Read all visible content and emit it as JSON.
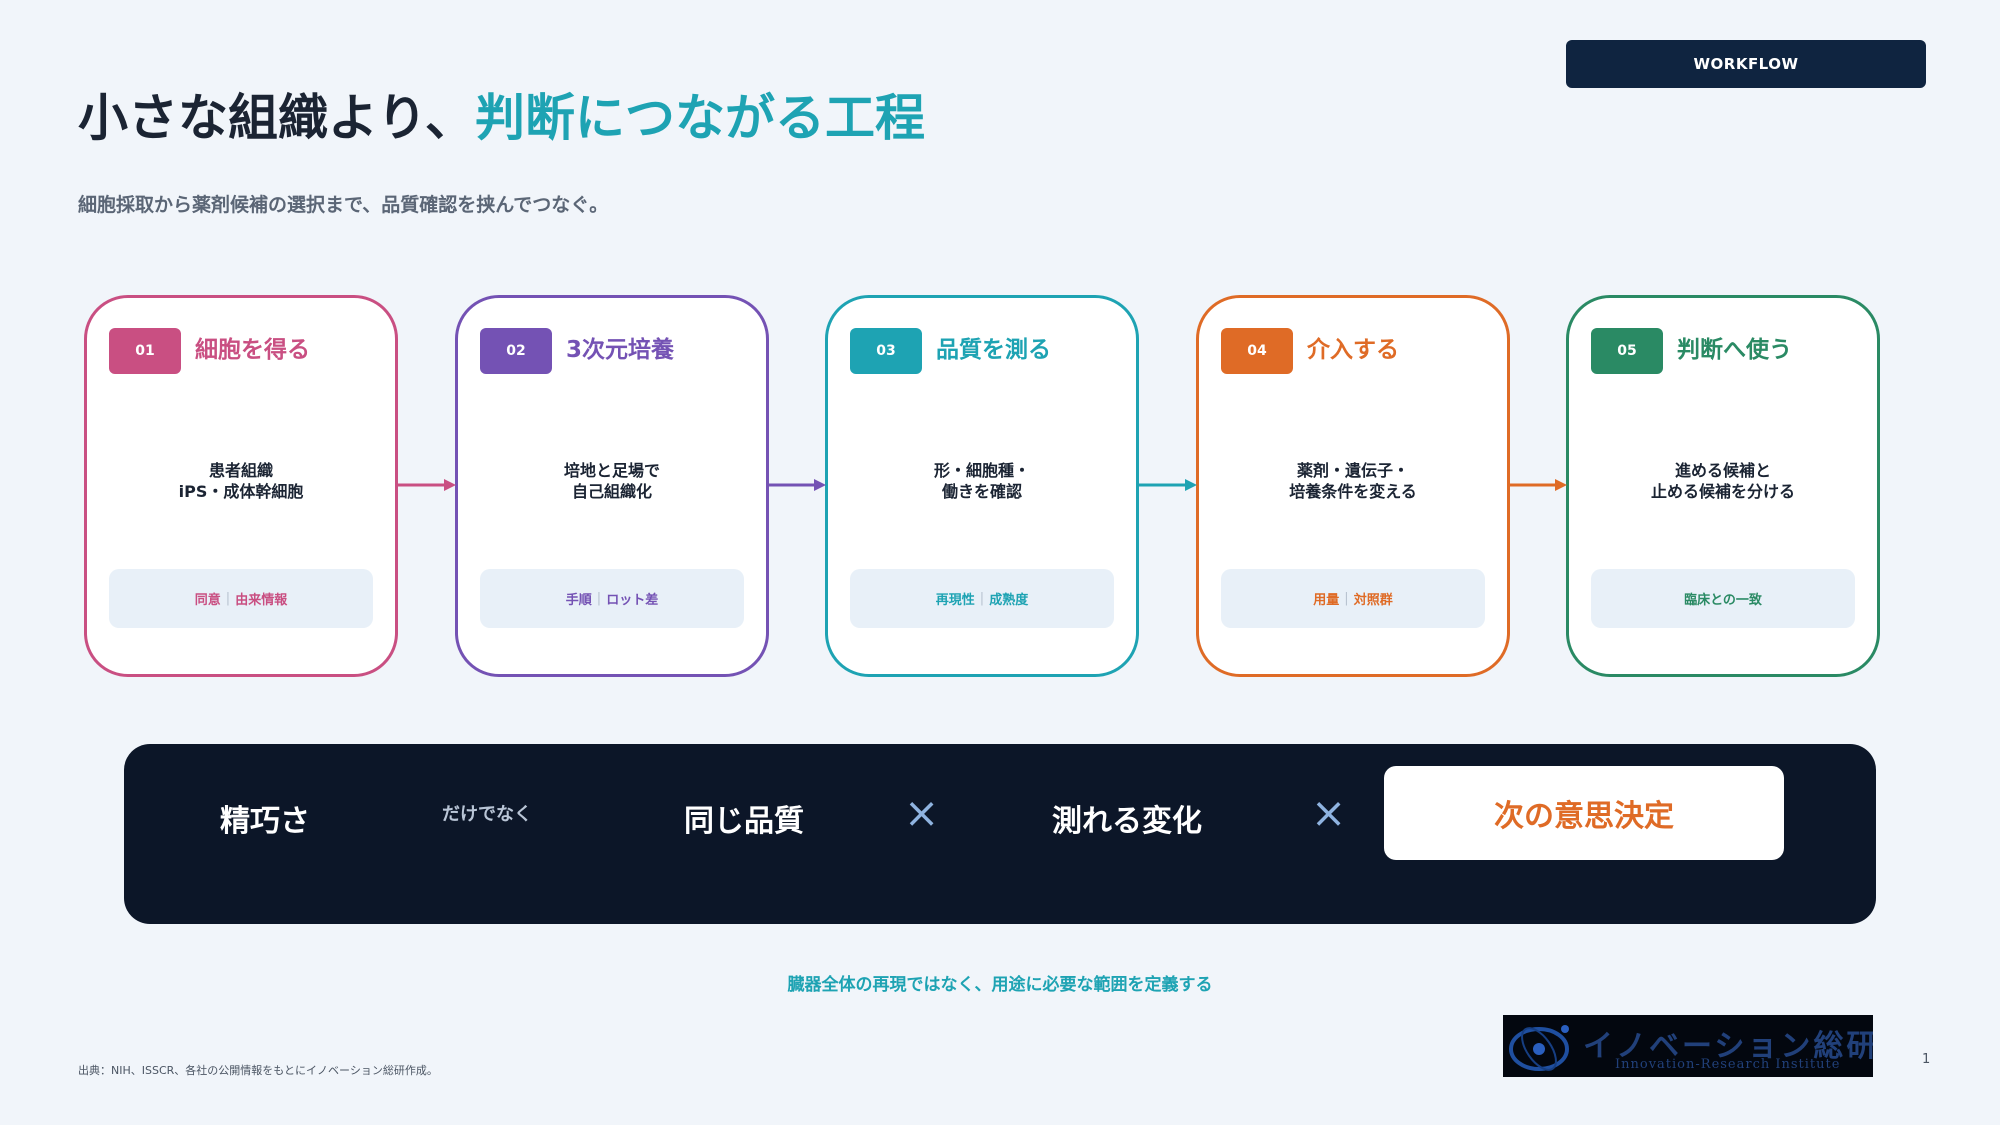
{
  "header": {
    "badge": "WORKFLOW",
    "title_main": "小さな組織より、",
    "title_accent": "判断につながる工程",
    "subtitle": "細胞採取から薬剤候補の選択まで、品質確認を挟んでつなぐ。"
  },
  "steps": [
    {
      "num": "01",
      "title": "細胞を得る",
      "line1": "患者組織",
      "line2": "iPS・成体幹細胞",
      "tag_a": "同意",
      "tag_b": "由来情報",
      "color": "#c94f82"
    },
    {
      "num": "02",
      "title": "3次元培養",
      "line1": "培地と足場で",
      "line2": "自己組織化",
      "tag_a": "手順",
      "tag_b": "ロット差",
      "color": "#7452b4"
    },
    {
      "num": "03",
      "title": "品質を測る",
      "line1": "形・細胞種・",
      "line2": "働きを確認",
      "tag_a": "再現性",
      "tag_b": "成熟度",
      "color": "#1ea3b3"
    },
    {
      "num": "04",
      "title": "介入する",
      "line1": "薬剤・遺伝子・",
      "line2": "培養条件を変える",
      "tag_a": "用量",
      "tag_b": "対照群",
      "color": "#df6b26"
    },
    {
      "num": "05",
      "title": "判断へ使う",
      "line1": "進める候補と",
      "line2": "止める候補を分ける",
      "tag_a": "臨床との一致",
      "tag_b": "",
      "color": "#2a8a64"
    }
  ],
  "banner": {
    "precision": "精巧さ",
    "not_only": "だけでなく",
    "same_quality": "同じ品質",
    "times_1": "×",
    "measurable_change": "測れる変化",
    "times_2": "×",
    "next_decision": "次の意思決定"
  },
  "note": "臓器全体の再現ではなく、用途に必要な範囲を定義する",
  "footer": {
    "source": "出典：NIH、ISSCR、各社の公開情報をもとにイノベーション総研作成。",
    "logo_jp": "イノベーション総研",
    "logo_en": "Innovation-Research Institute",
    "page": "1"
  }
}
